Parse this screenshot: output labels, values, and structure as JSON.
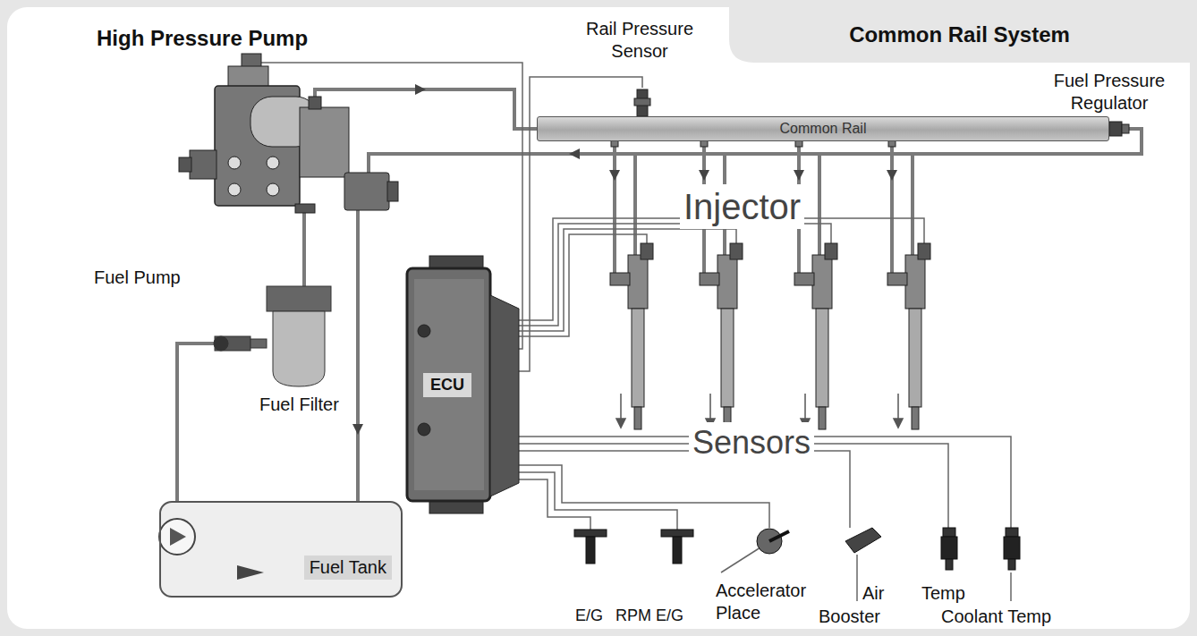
{
  "diagram": {
    "title": "Common Rail System",
    "nodes": [
      {
        "text": [
          "Common Rail"
        ]
      },
      {
        "text": [
          "ECU"
        ]
      },
      {
        "text": [
          "Fuel Tank"
        ]
      }
    ],
    "labels": [
      "High Pressure Pump",
      "Rail Pressure Sensor",
      "Fuel Pressure Regulator",
      "Injector",
      "Fuel Pump",
      "Fuel Filter",
      "Sensors",
      "E/G",
      "RPM E/G",
      "Accelerator Place",
      "Air",
      "Temp",
      "Booster",
      "Coolant Temp"
    ]
  }
}
